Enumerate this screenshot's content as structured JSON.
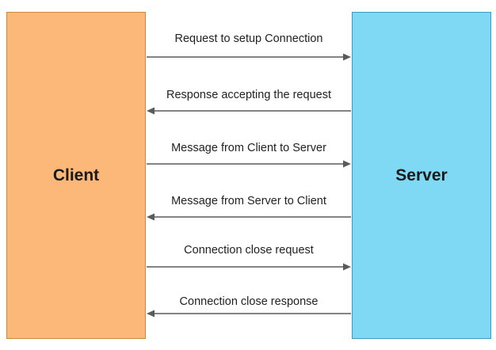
{
  "client": {
    "label": "Client",
    "fill": "#fcb878"
  },
  "server": {
    "label": "Server",
    "fill": "#7fd8f4"
  },
  "arrow_color": "#5a5a5a",
  "messages": [
    {
      "text": "Request to setup Connection",
      "direction": "right"
    },
    {
      "text": "Response accepting the request",
      "direction": "left"
    },
    {
      "text": "Message from Client to Server",
      "direction": "right"
    },
    {
      "text": "Message from Server to Client",
      "direction": "left"
    },
    {
      "text": "Connection close request",
      "direction": "right"
    },
    {
      "text": "Connection close response",
      "direction": "left"
    }
  ]
}
